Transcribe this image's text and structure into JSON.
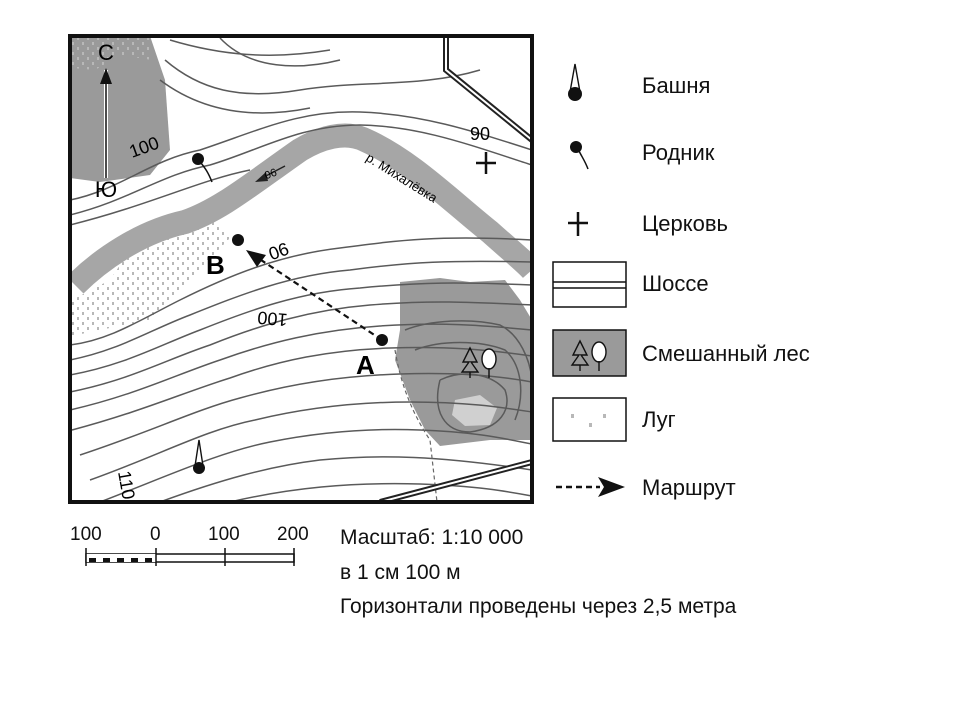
{
  "map": {
    "north_label": "С",
    "south_label": "Ю",
    "point_a": "А",
    "point_b": "В",
    "river_name": "р. Михалёвка",
    "contours": [
      "100",
      "90",
      "90",
      "100",
      "110",
      "90"
    ]
  },
  "legend": {
    "items": [
      {
        "label": "Башня",
        "icon": "tower-icon"
      },
      {
        "label": "Родник",
        "icon": "spring-icon"
      },
      {
        "label": "Церковь",
        "icon": "church-icon"
      },
      {
        "label": "Шоссе",
        "icon": "highway-icon"
      },
      {
        "label": "Смешанный лес",
        "icon": "mixed-forest-icon"
      },
      {
        "label": "Луг",
        "icon": "meadow-icon"
      },
      {
        "label": "Маршрут",
        "icon": "route-icon"
      }
    ]
  },
  "scale_bar": {
    "ticks": [
      "100",
      "0",
      "100",
      "200"
    ]
  },
  "caption": {
    "scale": "Масштаб: 1:10 000",
    "per_cm": "в 1 см 100 м",
    "contours_note": "Горизонтали проведены через 2,5 метра"
  },
  "colors": {
    "forest": "#9a9a9a",
    "river": "#a6a6a6",
    "meadow_dots": "#bdbdbd"
  }
}
